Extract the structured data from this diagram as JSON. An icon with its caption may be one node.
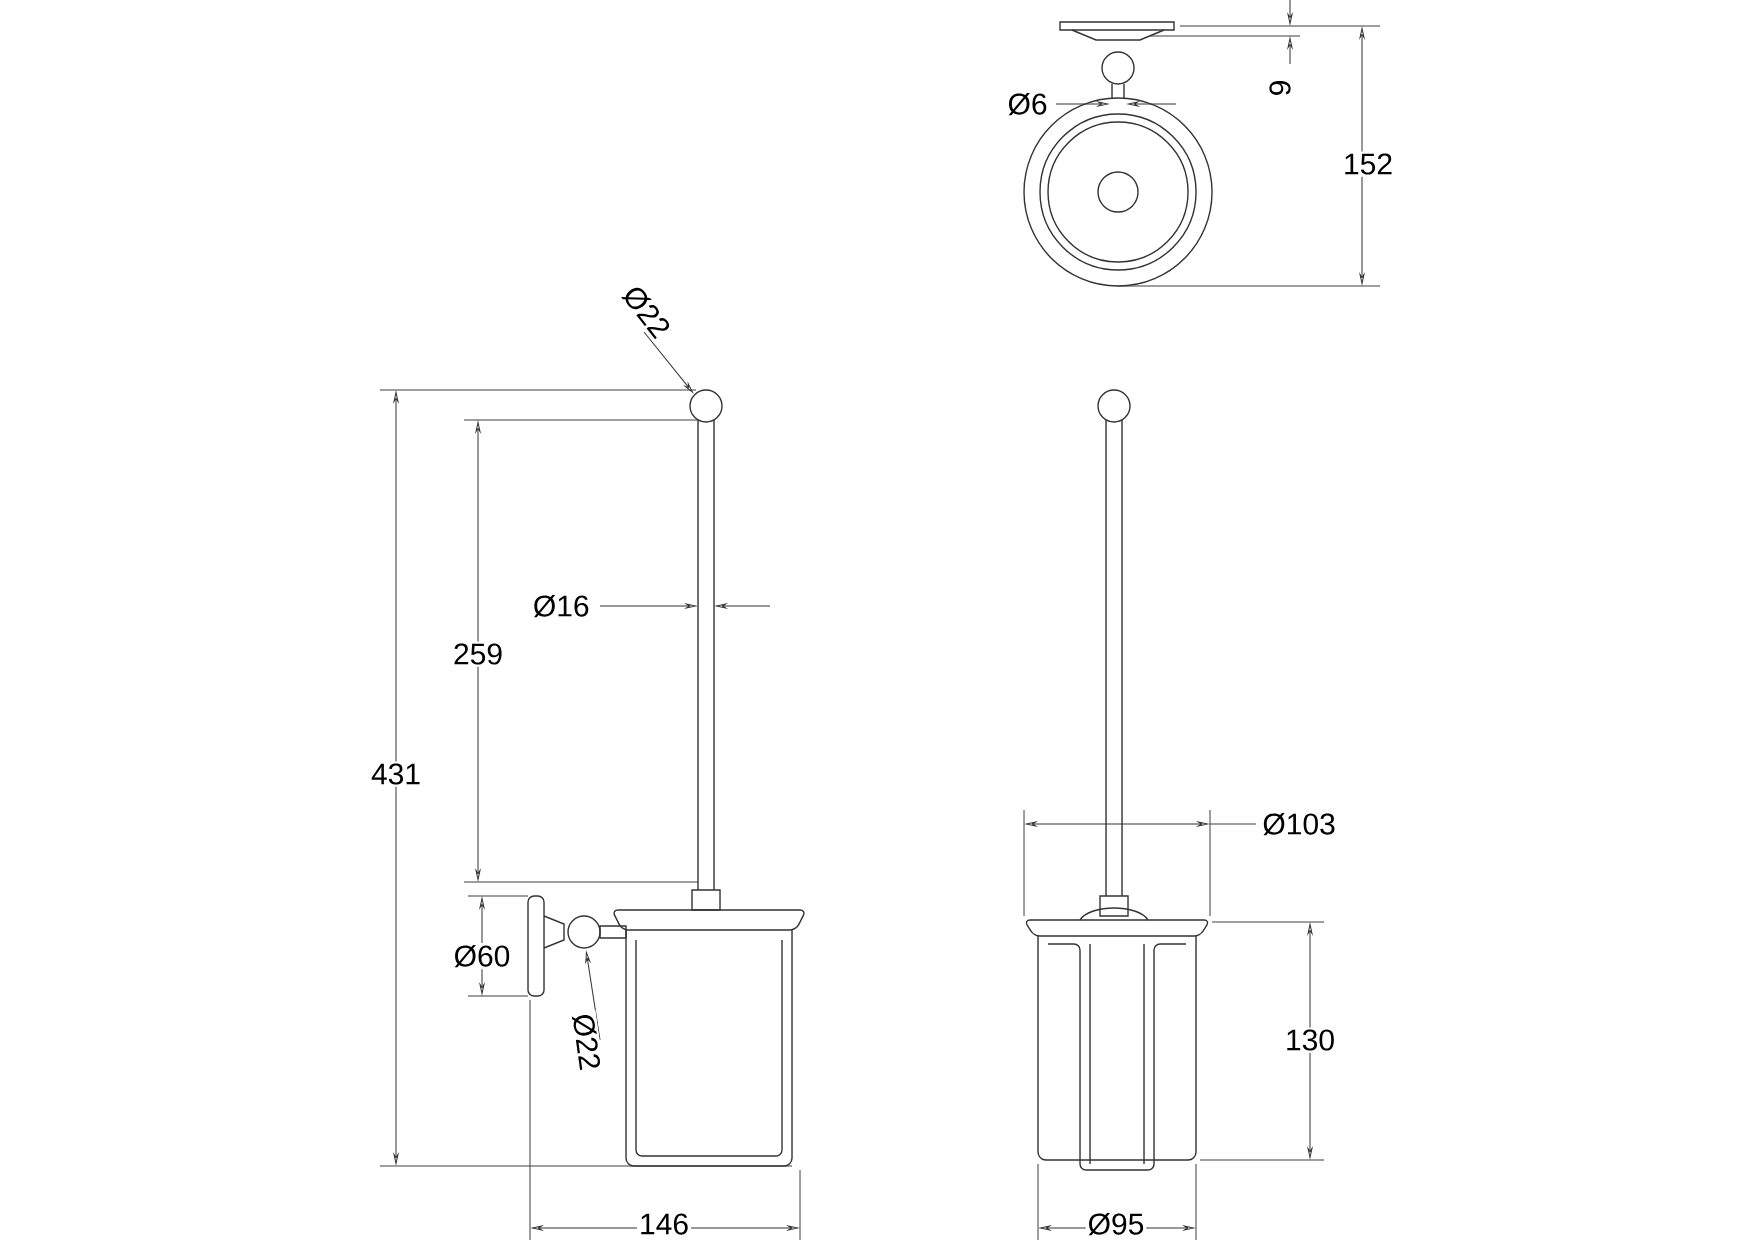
{
  "diagram": {
    "labels": [
      "Ø6",
      "9",
      "152",
      "Ø22",
      "Ø16",
      "259",
      "431",
      "Ø103",
      "Ø60",
      "Ø22",
      "130",
      "146",
      "Ø95"
    ]
  }
}
